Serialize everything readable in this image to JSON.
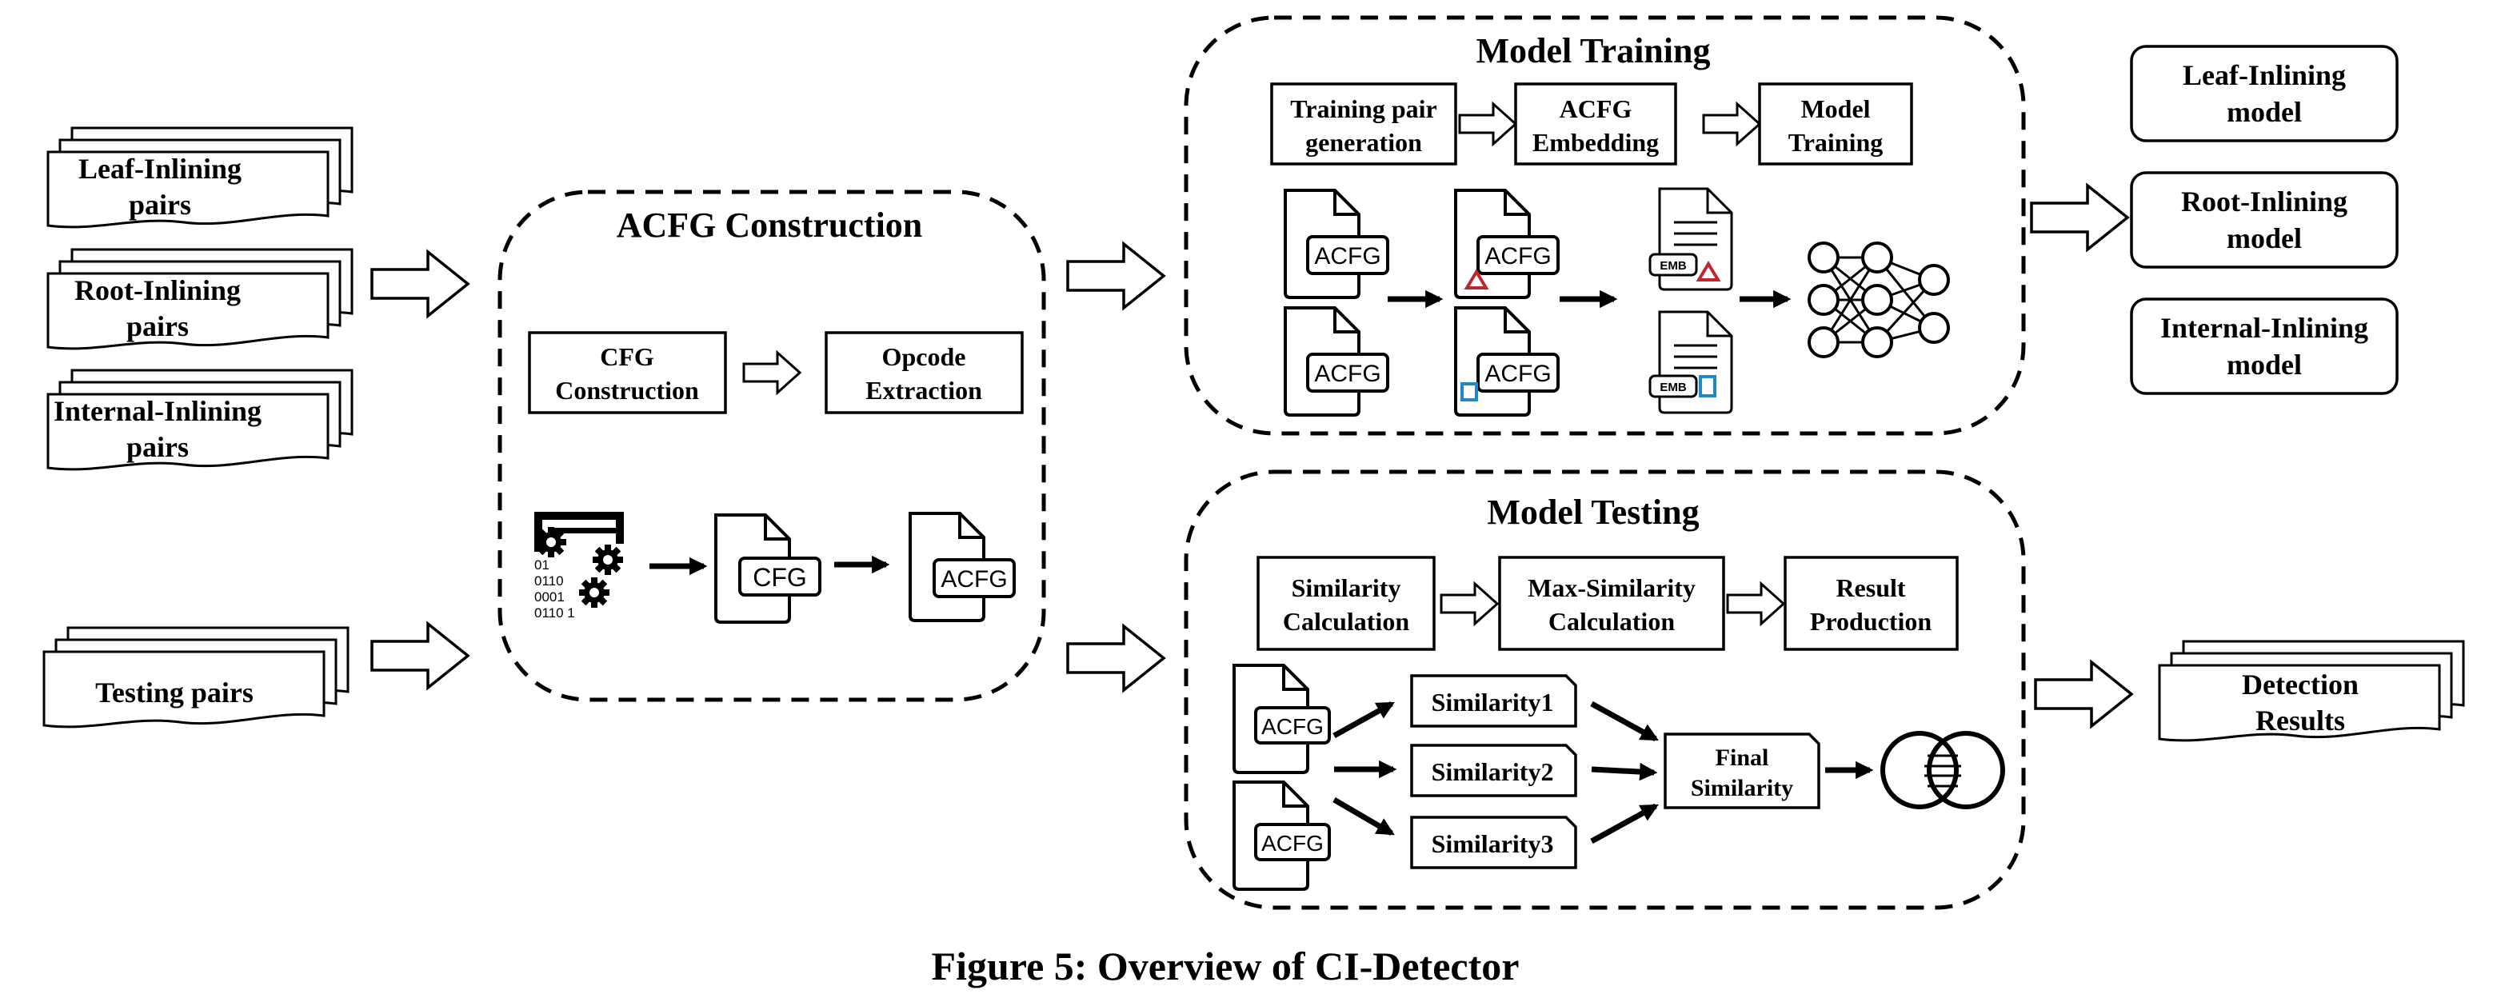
{
  "caption": "Figure 5: Overview of CI-Detector",
  "inputs": {
    "leaf_line1": "Leaf-Inlining",
    "leaf_line2": "pairs",
    "root_line1": "Root-Inlining",
    "root_line2": "pairs",
    "internal_line1": "Internal-Inlining",
    "internal_line2": "pairs",
    "testing": "Testing pairs"
  },
  "acfg_construction": {
    "title": "ACFG Construction",
    "cfg_line1": "CFG",
    "cfg_line2": "Construction",
    "opcode_line1": "Opcode",
    "opcode_line2": "Extraction",
    "binary_lines": [
      "01",
      "0110",
      "0001",
      "0110 1"
    ],
    "doc_cfg": "CFG",
    "doc_acfg": "ACFG"
  },
  "model_training": {
    "title": "Model Training",
    "step1_line1": "Training pair",
    "step1_line2": "generation",
    "step2_line1": "ACFG",
    "step2_line2": "Embedding",
    "step3_line1": "Model",
    "step3_line2": "Training",
    "doc_acfg": "ACFG",
    "emb": "EMB"
  },
  "model_testing": {
    "title": "Model Testing",
    "step1_line1": "Similarity",
    "step1_line2": "Calculation",
    "step2_line1": "Max-Similarity",
    "step2_line2": "Calculation",
    "step3_line1": "Result",
    "step3_line2": "Production",
    "doc_acfg": "ACFG",
    "sim1": "Similarity1",
    "sim2": "Similarity2",
    "sim3": "Similarity3",
    "final_line1": "Final",
    "final_line2": "Similarity"
  },
  "outputs": {
    "leaf_line1": "Leaf-Inlining",
    "leaf_line2": "model",
    "root_line1": "Root-Inlining",
    "root_line2": "model",
    "internal_line1": "Internal-Inlining",
    "internal_line2": "model",
    "detection_line1": "Detection",
    "detection_line2": "Results"
  },
  "colors": {
    "red_marker": "#c0272d",
    "blue_marker": "#1e88c8"
  }
}
